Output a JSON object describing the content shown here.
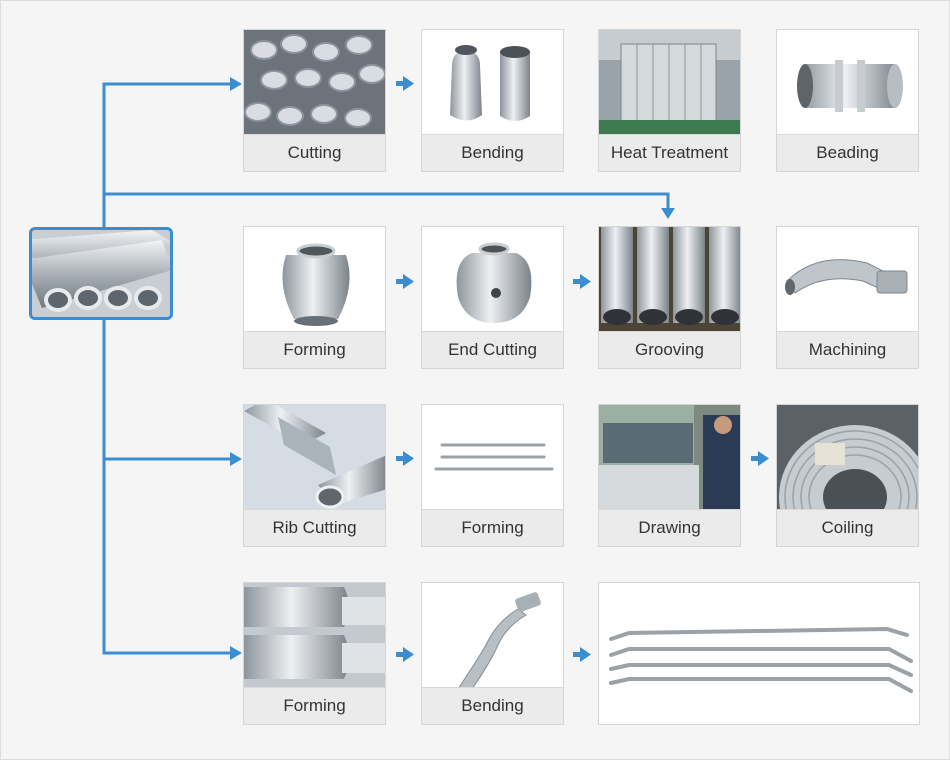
{
  "colors": {
    "flow": "#3a8dd0",
    "label_bg": "#ebebeb",
    "label_text": "#333333"
  },
  "source": {
    "image": "aluminum-tubes"
  },
  "rows": [
    {
      "steps": [
        {
          "label": "Cutting",
          "image": "cut-rings"
        },
        {
          "label": "Bending",
          "image": "cylinder-cans"
        },
        {
          "label": "Heat Treatment",
          "image": "furnace"
        },
        {
          "label": "Beading",
          "image": "beaded-sleeve"
        }
      ]
    },
    {
      "steps": [
        {
          "label": "Forming",
          "image": "formed-can"
        },
        {
          "label": "End Cutting",
          "image": "end-cut-can"
        },
        {
          "label": "Grooving",
          "image": "large-tubes"
        },
        {
          "label": "Machining",
          "image": "elbow-fitting"
        }
      ]
    },
    {
      "steps": [
        {
          "label": "Rib Cutting",
          "image": "rib-tube"
        },
        {
          "label": "Forming",
          "image": "thin-rods"
        },
        {
          "label": "Drawing",
          "image": "drawing-machine"
        },
        {
          "label": "Coiling",
          "image": "coil"
        }
      ]
    },
    {
      "steps": [
        {
          "label": "Forming",
          "image": "bulged-tubes"
        },
        {
          "label": "Bending",
          "image": "bent-pipe"
        }
      ],
      "result": {
        "image": "long-bent-pipes"
      }
    }
  ]
}
